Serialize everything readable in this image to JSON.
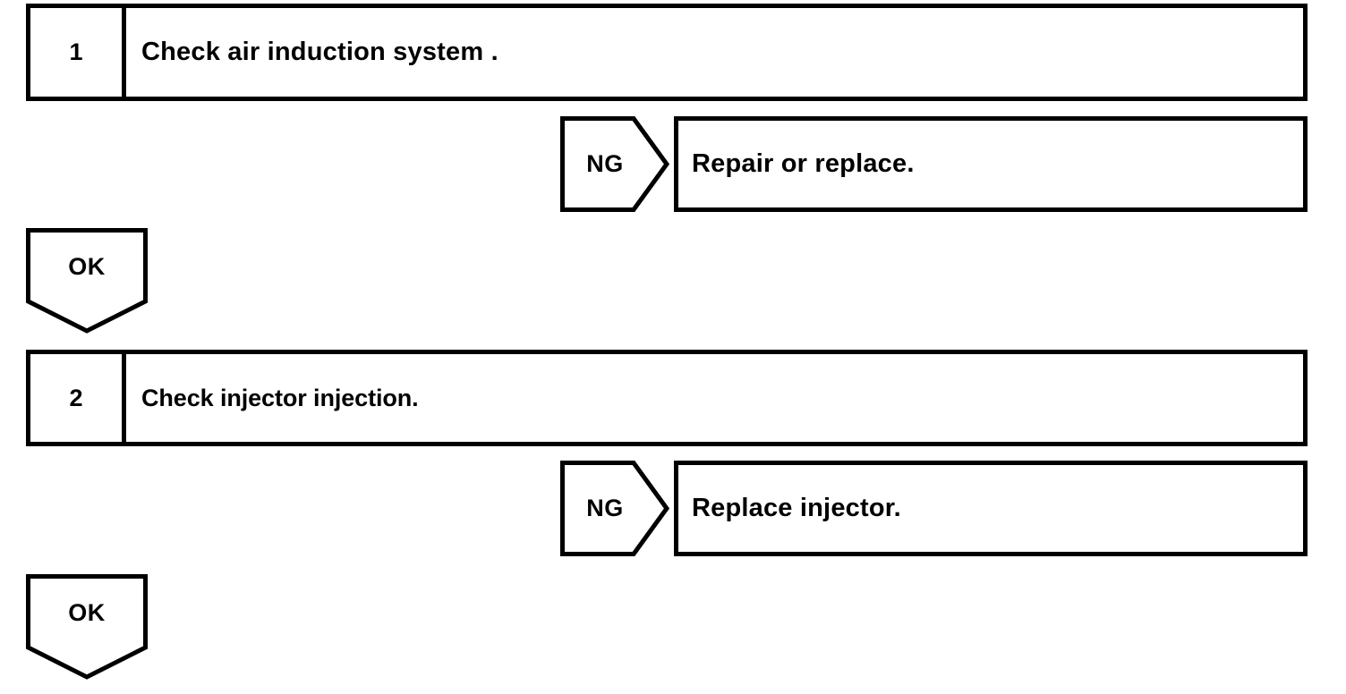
{
  "diagram": {
    "type": "troubleshooting-flowchart",
    "line_color": "#000000",
    "background_color": "#ffffff",
    "text_color": "#000000",
    "steps": [
      {
        "number": "1",
        "title": "Check air induction system .",
        "branch": {
          "tag": "NG",
          "action": "Repair or replace."
        },
        "pass": {
          "tag": "OK"
        }
      },
      {
        "number": "2",
        "title": "Check injector injection.",
        "branch": {
          "tag": "NG",
          "action": "Replace injector."
        },
        "pass": {
          "tag": "OK"
        }
      }
    ]
  }
}
